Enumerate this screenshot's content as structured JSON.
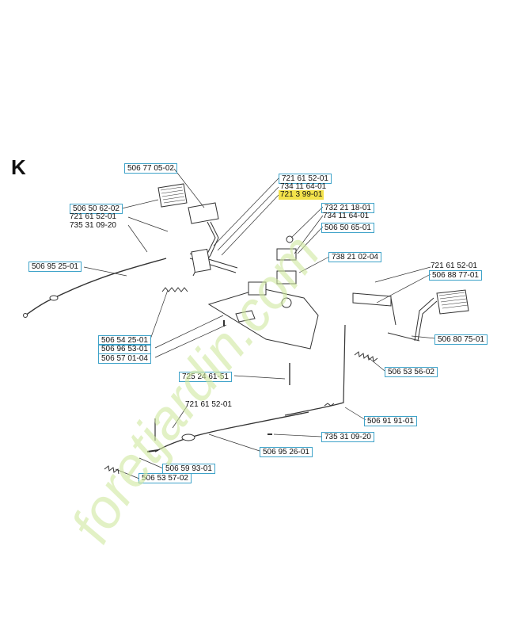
{
  "section_letter": "K",
  "watermark_text": "foretjardin.com",
  "colors": {
    "label_border": "#3fa3c9",
    "highlight": "#f3e24a",
    "line": "#333333"
  },
  "labels": [
    {
      "id": "l1",
      "text": "506 77 05-02",
      "boxed": true,
      "hl": false
    },
    {
      "id": "l2",
      "text": "721 61 52-01",
      "boxed": true,
      "hl": false
    },
    {
      "id": "l3",
      "text": "734 11 64-01",
      "boxed": false,
      "hl": false
    },
    {
      "id": "l4",
      "text": "721   3 99-01",
      "boxed": false,
      "hl": true
    },
    {
      "id": "l5",
      "text": "732 21 18-01",
      "boxed": true,
      "hl": false
    },
    {
      "id": "l6",
      "text": "734 11 64-01",
      "boxed": false,
      "hl": false
    },
    {
      "id": "l7",
      "text": "506 50 65-01",
      "boxed": true,
      "hl": false
    },
    {
      "id": "l8",
      "text": "738 21 02-04",
      "boxed": true,
      "hl": false
    },
    {
      "id": "l9",
      "text": "506 50 62-02",
      "boxed": true,
      "hl": false
    },
    {
      "id": "l10",
      "text": "721 61 52-01",
      "boxed": false,
      "hl": false
    },
    {
      "id": "l11",
      "text": "735 31 09-20",
      "boxed": false,
      "hl": false
    },
    {
      "id": "l12",
      "text": "506 95 25-01",
      "boxed": true,
      "hl": false
    },
    {
      "id": "l13",
      "text": "721 61 52-01",
      "boxed": false,
      "hl": false
    },
    {
      "id": "l14",
      "text": "506 88 77-01",
      "boxed": true,
      "hl": false
    },
    {
      "id": "l15",
      "text": "506 54 25-01",
      "boxed": true,
      "hl": false
    },
    {
      "id": "l16",
      "text": "506 96 53-01",
      "boxed": true,
      "hl": false
    },
    {
      "id": "l17",
      "text": "506 57 01-04",
      "boxed": true,
      "hl": false
    },
    {
      "id": "l18",
      "text": "506 80 75-01",
      "boxed": true,
      "hl": false
    },
    {
      "id": "l19",
      "text": "506 53 56-02",
      "boxed": true,
      "hl": false
    },
    {
      "id": "l20",
      "text": "725 24 61-51",
      "boxed": true,
      "hl": false
    },
    {
      "id": "l21",
      "text": "721 61 52-01",
      "boxed": false,
      "hl": false
    },
    {
      "id": "l22",
      "text": "506 91 91-01",
      "boxed": true,
      "hl": false
    },
    {
      "id": "l23",
      "text": "735 31 09-20",
      "boxed": true,
      "hl": false
    },
    {
      "id": "l24",
      "text": "506 95 26-01",
      "boxed": true,
      "hl": false
    },
    {
      "id": "l25",
      "text": "506 59 93-01",
      "boxed": true,
      "hl": false
    },
    {
      "id": "l26",
      "text": "506 53 57-02",
      "boxed": true,
      "hl": false
    }
  ]
}
